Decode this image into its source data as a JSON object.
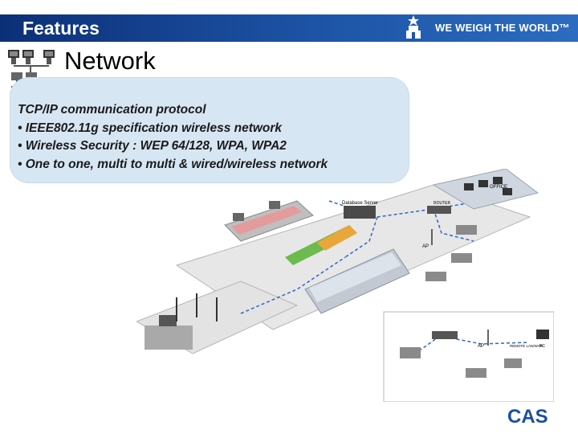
{
  "header": {
    "title": "Features",
    "slogan": "WE WEIGH THE WORLD™",
    "brand_color": "#1b4f9c"
  },
  "section": {
    "title": "Network",
    "icon": "network-computers-icon"
  },
  "bubble": {
    "lines": [
      "TCP/IP communication protocol",
      "• IEEE802.11g specification wireless network",
      "• Wireless Security : WEP 64/128, WPA, WPA2",
      "• One to one, multi to multi & wired/wireless network"
    ]
  },
  "diagram": {
    "labels": {
      "office": "OFFICE",
      "database": "Database Server",
      "router": "ROUTER",
      "ap1": "AP",
      "ap2": "AP",
      "remote": "REMOTE\nLAN/WAN",
      "pc": "PC"
    }
  },
  "logo": {
    "text": "CAS"
  }
}
